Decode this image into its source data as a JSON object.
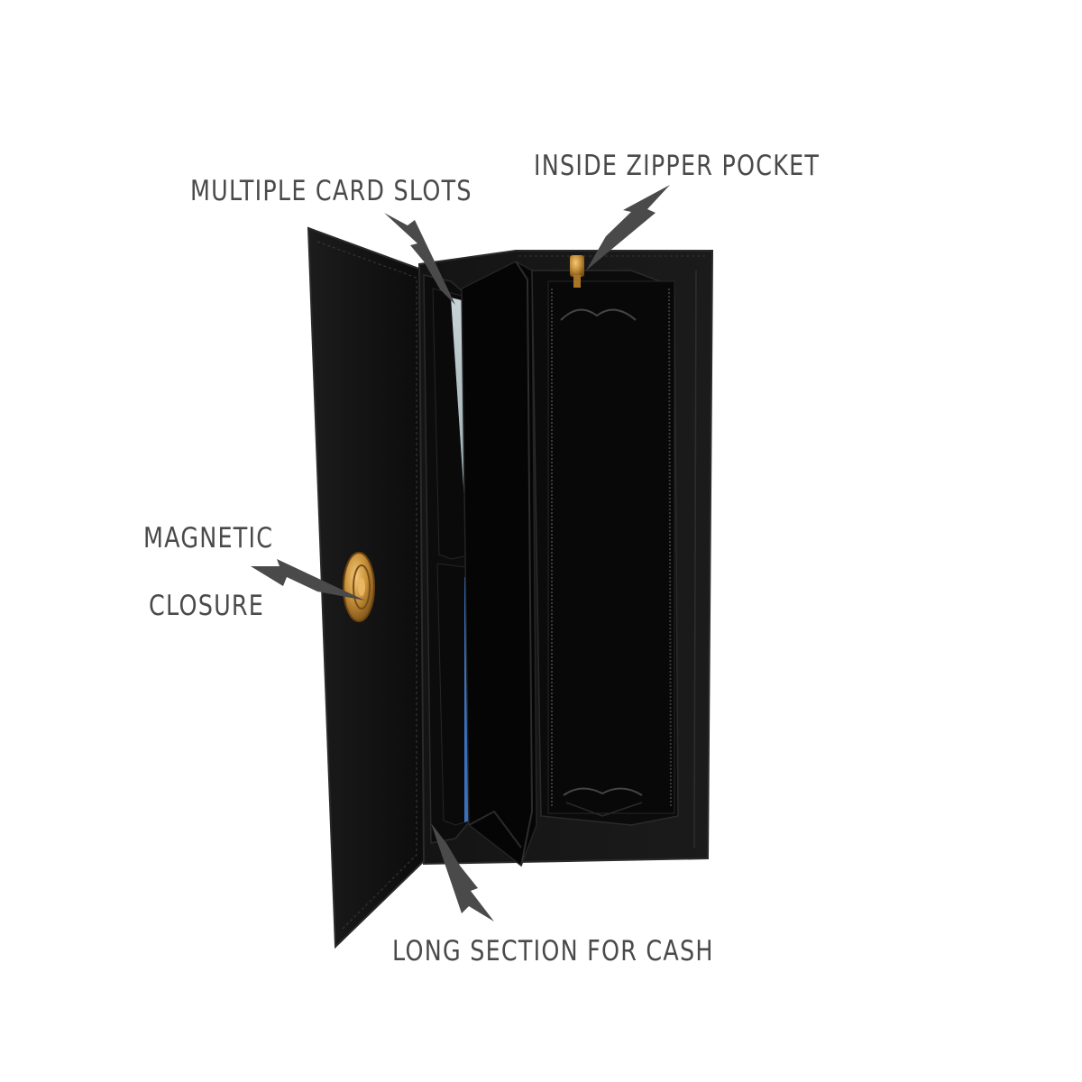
{
  "annotations": {
    "card_slots": "MULTIPLE CARD SLOTS",
    "zipper_pocket": "INSIDE ZIPPER POCKET",
    "magnetic_line1": "MAGNETIC",
    "magnetic_line2": "CLOSURE",
    "cash_section": "LONG SECTION FOR CASH"
  },
  "colors": {
    "background": "#ffffff",
    "label_text": "#4a4a4a",
    "arrow": "#4a4a4a",
    "leather": "#161616",
    "interior": "#0a0a0a",
    "gold_hardware": "#c8913a",
    "card_visa": "#9fb2b8",
    "card_blue": "#2b5ea7"
  },
  "icons": {
    "card_brand": "visa-card-icon",
    "clasp": "magnetic-clasp-icon",
    "zipper_pull": "zipper-pull-icon"
  }
}
